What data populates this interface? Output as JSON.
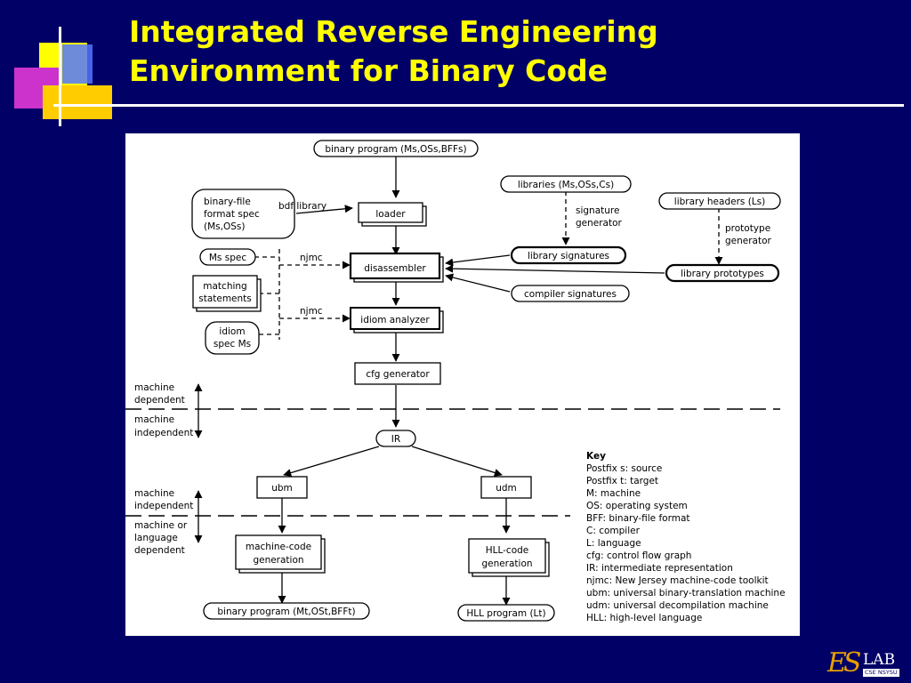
{
  "slide": {
    "title_line1": "Integrated Reverse Engineering",
    "title_line2": "Environment for Binary Code",
    "colors": {
      "background": "#000066",
      "title": "#FFFF00",
      "accent_yellow": "#FFFF00",
      "accent_magenta": "#CC33CC",
      "accent_blue": "#3366FF"
    }
  },
  "diagram": {
    "nodes": {
      "binary_program_in": "binary program (Ms,OSs,BFFs)",
      "binary_file_spec_l1": "binary-file",
      "binary_file_spec_l2": "format spec",
      "binary_file_spec_l3": "(Ms,OSs)",
      "bdf_library": "bdf library",
      "loader": "loader",
      "libraries": "libraries (Ms,OSs,Cs)",
      "signature_generator_l1": "signature",
      "signature_generator_l2": "generator",
      "library_headers": "library headers (Ls)",
      "prototype_generator_l1": "prototype",
      "prototype_generator_l2": "generator",
      "ms_spec": "Ms spec",
      "njmc_1": "njmc",
      "disassembler": "disassembler",
      "library_signatures": "library signatures",
      "library_prototypes": "library prototypes",
      "matching_statements_l1": "matching",
      "matching_statements_l2": "statements",
      "compiler_signatures": "compiler signatures",
      "njmc_2": "njmc",
      "idiom_spec_l1": "idiom",
      "idiom_spec_l2": "spec Ms",
      "idiom_analyzer": "idiom analyzer",
      "cfg_generator": "cfg generator",
      "ir": "IR",
      "ubm": "ubm",
      "udm": "udm",
      "machine_code_generation_l1": "machine-code",
      "machine_code_generation_l2": "generation",
      "hll_code_generation_l1": "HLL-code",
      "hll_code_generation_l2": "generation",
      "binary_program_out": "binary program (Mt,OSt,BFFt)",
      "hll_program": "HLL program (Lt)"
    },
    "side_labels": {
      "machine_dependent_l1": "machine",
      "machine_dependent_l2": "dependent",
      "machine_independent_a_l1": "machine",
      "machine_independent_a_l2": "independent",
      "machine_independent_b_l1": "machine",
      "machine_independent_b_l2": "independent",
      "machine_or_language_l1": "machine or",
      "machine_or_language_l2": "language",
      "machine_or_language_l3": "dependent"
    },
    "key": {
      "heading": "Key",
      "items": [
        "Postfix s: source",
        "Postfix t: target",
        "M: machine",
        "OS: operating system",
        "BFF: binary-file format",
        "C: compiler",
        "L: language",
        "cfg: control flow graph",
        "IR: intermediate representation",
        "njmc: New Jersey machine-code toolkit",
        "ubm: universal binary-translation machine",
        "udm: universal decompilation machine",
        "HLL: high-level language"
      ]
    }
  },
  "logo": {
    "mark": "ES",
    "name": "LAB",
    "sub": "CSE NSYSU",
    "icon": "eslab-logo"
  }
}
